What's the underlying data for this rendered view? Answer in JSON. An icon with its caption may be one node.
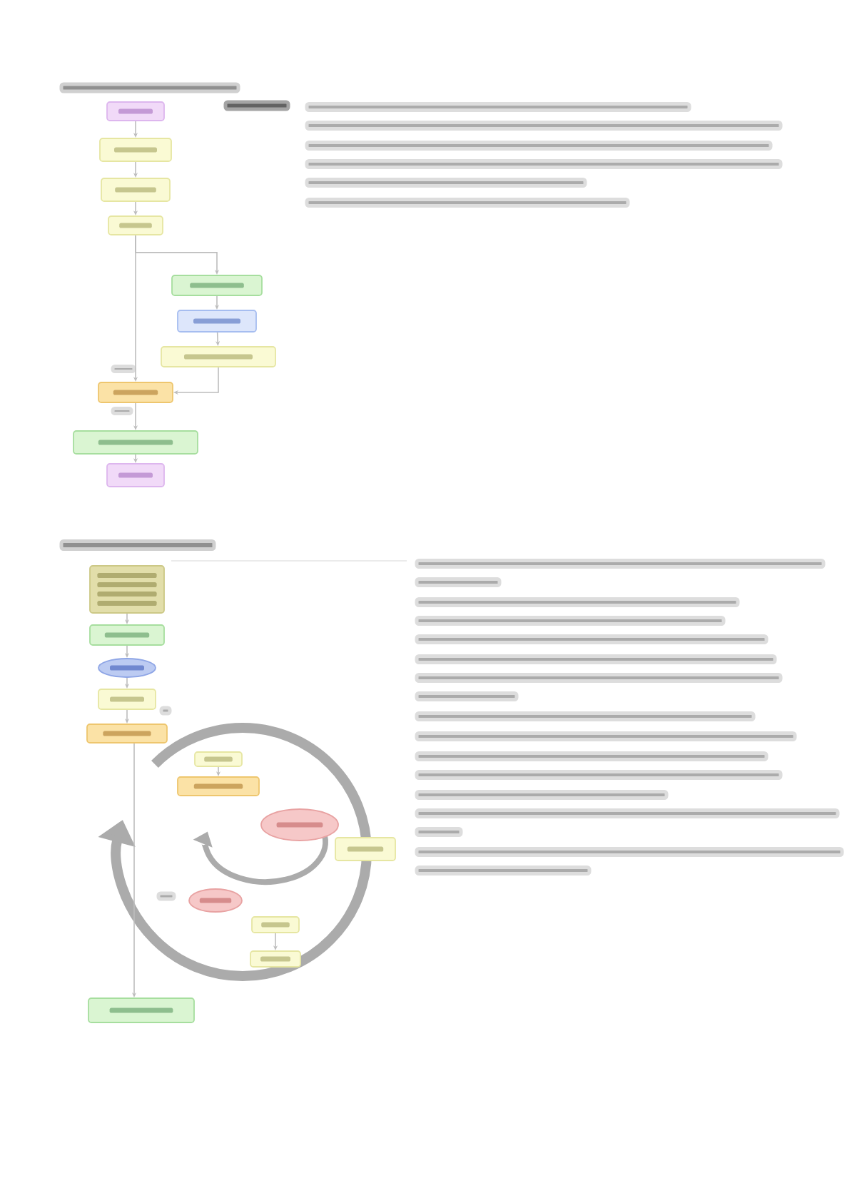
{
  "diagram": {
    "nodes": [
      {
        "text": [],
        "shape": "box"
      },
      {
        "text": [],
        "shape": "box"
      },
      {
        "text": [],
        "shape": "box"
      },
      {
        "text": [],
        "shape": "box"
      },
      {
        "text": [],
        "shape": "box"
      },
      {
        "text": [],
        "shape": "box"
      },
      {
        "text": [],
        "shape": "box"
      },
      {
        "text": [],
        "shape": "box"
      },
      {
        "text": [],
        "shape": "box"
      },
      {
        "text": [],
        "shape": "box"
      },
      {
        "text": [],
        "shape": "box"
      },
      {
        "text": [],
        "shape": "box"
      },
      {
        "text": [],
        "shape": "ellipse"
      },
      {
        "text": [],
        "shape": "box"
      },
      {
        "text": [],
        "shape": "box"
      },
      {
        "text": [],
        "shape": "box"
      },
      {
        "text": [],
        "shape": "box"
      },
      {
        "text": [],
        "shape": "ellipse"
      },
      {
        "text": [],
        "shape": "box"
      },
      {
        "text": [],
        "shape": "ellipse"
      },
      {
        "text": [],
        "shape": "box"
      },
      {
        "text": [],
        "shape": "box"
      },
      {
        "text": [],
        "shape": "box"
      }
    ],
    "edges": [
      {
        "from": 0,
        "to": 1,
        "arrow": "to"
      },
      {
        "from": 1,
        "to": 2,
        "arrow": "to"
      },
      {
        "from": 2,
        "to": 3,
        "arrow": "to"
      },
      {
        "from": 3,
        "to": 7,
        "arrow": "to"
      },
      {
        "from": 3,
        "to": 4,
        "arrow": "to"
      },
      {
        "from": 4,
        "to": 5,
        "arrow": "to"
      },
      {
        "from": 5,
        "to": 6,
        "arrow": "to"
      },
      {
        "from": 6,
        "to": 7,
        "arrow": "to"
      },
      {
        "from": 7,
        "to": 8,
        "arrow": "to"
      },
      {
        "from": 8,
        "to": 9,
        "arrow": "to"
      },
      {
        "from": 10,
        "to": 11,
        "arrow": "to"
      },
      {
        "from": 11,
        "to": 12,
        "arrow": "to"
      },
      {
        "from": 12,
        "to": 13,
        "arrow": "to"
      },
      {
        "from": 13,
        "to": 14,
        "arrow": "to"
      },
      {
        "from": 15,
        "to": 16,
        "arrow": "to"
      },
      {
        "from": 20,
        "to": 21,
        "arrow": "to"
      },
      {
        "from": 14,
        "to": 22,
        "arrow": "to"
      }
    ]
  }
}
